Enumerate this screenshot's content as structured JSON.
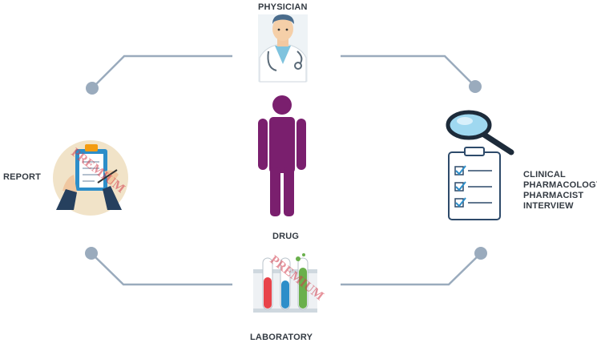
{
  "labels": {
    "physician": "PHYSICIAN",
    "report": "REPORT",
    "drug": "DRUG",
    "laboratory": "LABORATORY",
    "clinical": [
      "CLINICAL",
      "PHARMACOLOGY/",
      "PHARMACIST",
      "INTERVIEW"
    ]
  },
  "watermark": "PREMIUM",
  "colors": {
    "connector": "#9aabbd",
    "dot": "#9aabbd",
    "drug_figure": "#7a1f6e",
    "watermark": "#d23a4a",
    "label": "#333a42"
  },
  "icons": [
    "physician-icon",
    "drug-person-icon",
    "report-clipboard-icon",
    "laboratory-test-tubes-icon",
    "magnifier-checklist-icon"
  ]
}
